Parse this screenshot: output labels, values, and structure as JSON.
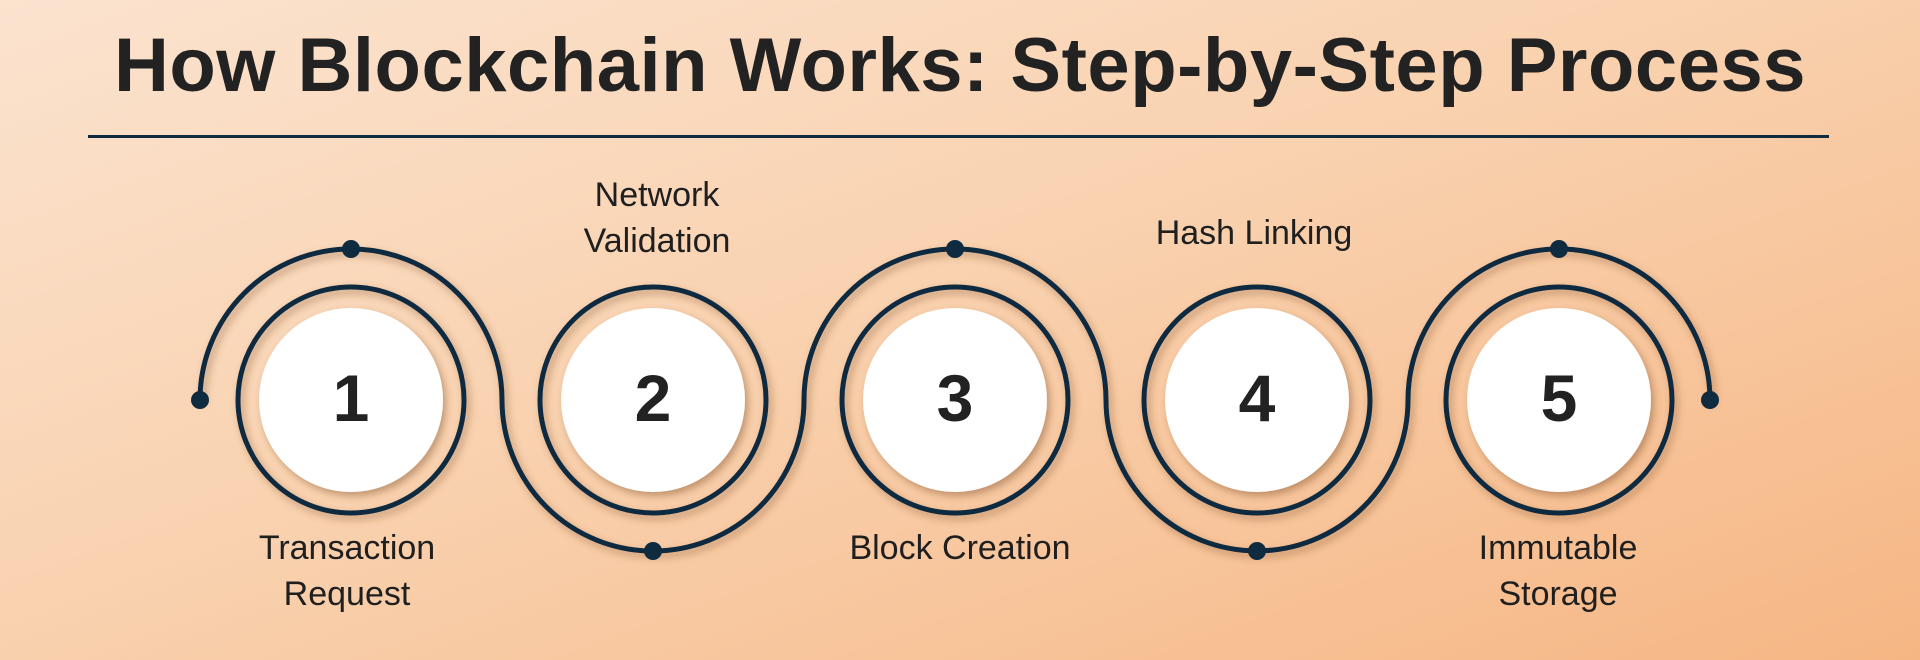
{
  "title": "How Blockchain Works: Step-by-Step Process",
  "colors": {
    "line": "#0e2b3f",
    "circle": "#ffffff"
  },
  "steps": [
    {
      "number": "1",
      "label_line1": "Transaction",
      "label_line2": "Request"
    },
    {
      "number": "2",
      "label_line1": "Network",
      "label_line2": "Validation"
    },
    {
      "number": "3",
      "label_line1": "Block Creation",
      "label_line2": ""
    },
    {
      "number": "4",
      "label_line1": "Hash Linking",
      "label_line2": ""
    },
    {
      "number": "5",
      "label_line1": "Immutable",
      "label_line2": "Storage"
    }
  ]
}
